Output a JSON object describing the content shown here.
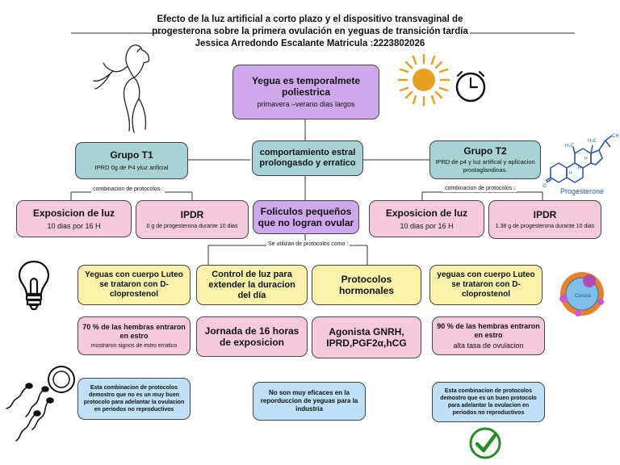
{
  "header": {
    "line1": "Efecto de la luz artificial a corto plazo y el dispositivo transvaginal de",
    "line2": "progesterona sobre la primera ovulación en yeguas de transición tardía",
    "author": "Jessica Arredondo Escalante Matricula :2223802026"
  },
  "center": {
    "top_title": "Yegua es temporalmete poliestrica",
    "top_sub": "primavera –verano  dias largos",
    "behavior": "comportamiento estral prolongasdo y erratico",
    "follicles": "Foliculos pequeños que no logran ovular",
    "protocol_note": "Se utilizan  de protocolos como :",
    "light_control": "Control de luz para extender la duracion del día",
    "hormonal": "Protocolos hormonales",
    "hours16": "Jornada de 16 horas de exposicion",
    "agonists": "Agonista GNRH, IPRD,PGF2α,hCG",
    "conclusion": "No son muy eficaces en la reporduccion de yeguas para la industria"
  },
  "left": {
    "group_title": "Grupo T1",
    "group_desc": "IPRD 0g de P4 yluz arificial",
    "combo_note": "combinacion de protocolos :",
    "light_title": "Exposicion de luz",
    "light_desc": "10  dias por 16 H",
    "iprd_title": "IPDR",
    "iprd_desc": "0 g de progesterona durante 10 dias",
    "luteo": "Yeguas con cuerpo Luteo se trataron con D-cloprostenol",
    "result_title": "70 % de las hembras entraron en estro",
    "result_desc": "mostraron  signos de estro erratico",
    "conclusion": "Esta combinacion de protocolos demostro que  no es un muy   buen protocolo para adelantar la ovulacion en periodos no reproductivos"
  },
  "right": {
    "group_title": "Grupo T2",
    "group_desc": "IPRD de p4 y luz artifical y aplicacion prostaglandinas.",
    "combo_note": "combinacion de protocolos :",
    "light_title": "Exposicion de luz",
    "light_desc": "10  dias por 16 H",
    "iprd_title": "IPDR",
    "iprd_desc": "1.38 g de progesterona durante 10 dias",
    "luteo": "yeguas con cuerpo Luteo se trataron con D-cloprostenol",
    "result_title": "90 % de las hembras entraron en estro",
    "result_desc": "alta tasa de ovulacion",
    "conclusion": "Esta combinacion de protocolos demostro que es un buen protocolo para adelantar la ovulacion en periodos no reproductivos"
  },
  "molecule": {
    "label": "Progesterone",
    "h3c_a": "H₃C",
    "h3c_b": "H₃C",
    "h_a": "H",
    "h_b": "H",
    "h_c": "H",
    "o": "O",
    "ch3": "CH"
  },
  "cell": {
    "label": "Corona"
  },
  "colors": {
    "teal": "#a8d3d6",
    "lavender": "#cfa8ec",
    "pink": "#f6c9dd",
    "yellow": "#fbf2aa",
    "blue": "#bfe0f7",
    "sun": "#e8a020",
    "check": "#2a8a2a",
    "molecule": "#2a5aa8"
  },
  "icons": [
    "horse-icon",
    "sun-icon",
    "clock-icon",
    "progesterone-molecule-icon",
    "lightbulb-icon",
    "sperm-egg-icon",
    "cell-icon",
    "checkmark-icon"
  ]
}
